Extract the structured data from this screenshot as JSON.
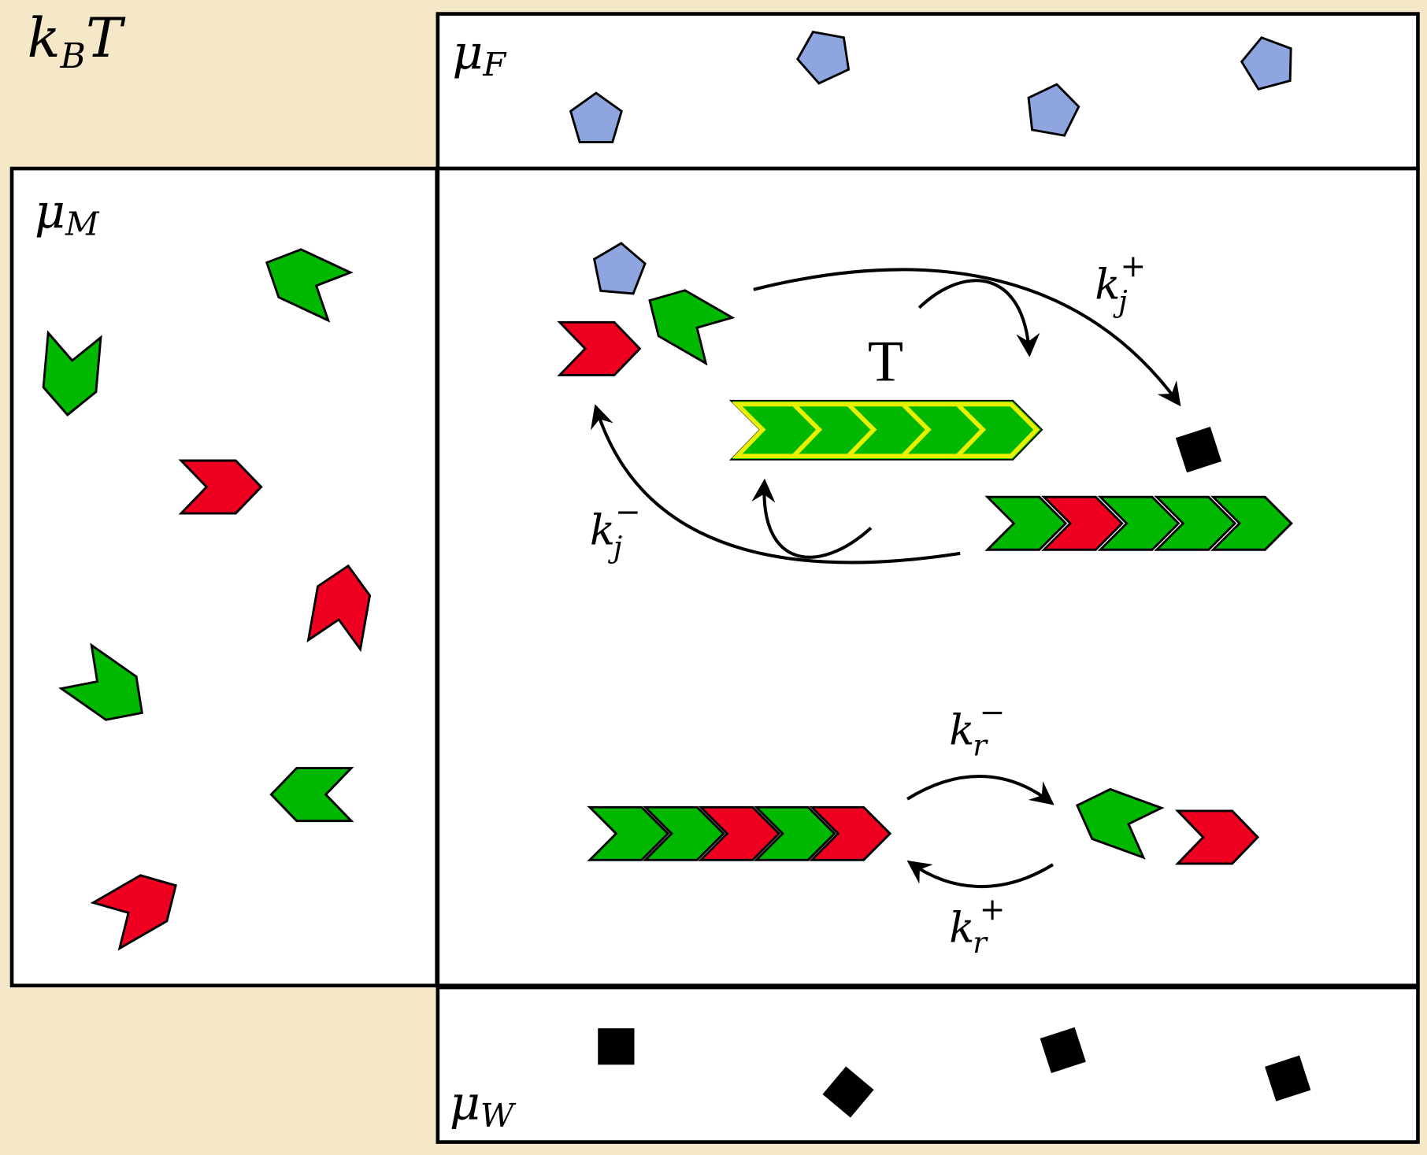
{
  "labels": {
    "temperature": "k",
    "temperature_sub": "B",
    "temperature_T": "T",
    "fuel": "μ",
    "fuel_sub": "F",
    "monomer": "μ",
    "monomer_sub": "M",
    "waste": "μ",
    "waste_sub": "W",
    "template": "T",
    "kj_plus": "k",
    "kj_plus_sub": "j",
    "kj_plus_sup": "+",
    "kj_minus": "k",
    "kj_minus_sub": "j",
    "kj_minus_sup": "−",
    "kr_minus": "k",
    "kr_minus_sub": "r",
    "kr_minus_sup": "−",
    "kr_plus": "k",
    "kr_plus_sub": "r",
    "kr_plus_sup": "+"
  },
  "colors": {
    "background": "#F5E8C8",
    "green": "#00B800",
    "red": "#F00020",
    "fuel": "#8FA5E0",
    "template_outline": "#E8F000",
    "waste": "#000000"
  },
  "chains": {
    "upper_product": [
      "green",
      "red",
      "green",
      "green",
      "green"
    ],
    "lower_polymer": [
      "green",
      "green",
      "red",
      "green",
      "red"
    ],
    "template_units": 5
  }
}
